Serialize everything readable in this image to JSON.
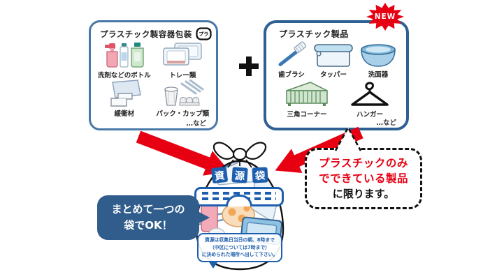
{
  "left_box": {
    "title": "プラスチック製容器包装",
    "pura_mark": "プラ",
    "items": [
      {
        "label": "洗剤などのボトル",
        "icon": "spray-bottles-icon"
      },
      {
        "label": "トレー類",
        "icon": "trays-icon"
      },
      {
        "label": "緩衝材",
        "icon": "cushioning-icon"
      },
      {
        "label": "パック・カップ類",
        "icon": "packs-cups-icon"
      }
    ],
    "etc": "…など"
  },
  "plus_icon": "plus",
  "right_box": {
    "title": "プラスチック製品",
    "badge": "NEW",
    "items": [
      {
        "label": "歯ブラシ",
        "icon": "toothbrush-icon"
      },
      {
        "label": "タッパー",
        "icon": "food-container-icon"
      },
      {
        "label": "洗面器",
        "icon": "washbasin-icon"
      },
      {
        "label": "三角コーナー",
        "icon": "sink-corner-icon"
      },
      {
        "label": "ハンガー",
        "icon": "hanger-icon"
      }
    ],
    "etc": "…など"
  },
  "bag": {
    "label_chars": [
      "資",
      "源",
      "袋"
    ],
    "notice_lines": [
      "資源は収集日当日の朝、8時まで",
      "（中区については7時まで）",
      "に決められた場所へ出して下さい。"
    ]
  },
  "left_bubble": {
    "line1": "まとめて一つの",
    "line2": "袋でOK！"
  },
  "right_bubble": {
    "line1": "プラスチックのみ",
    "line2": "でできている製品",
    "line3": "に限ります。"
  },
  "colors": {
    "red": "#e60012",
    "left_box_border": "#4878a8",
    "right_box_border": "#2e6094",
    "bubble_blue": "#315d8c",
    "bag_blue": "#1d5fae"
  }
}
